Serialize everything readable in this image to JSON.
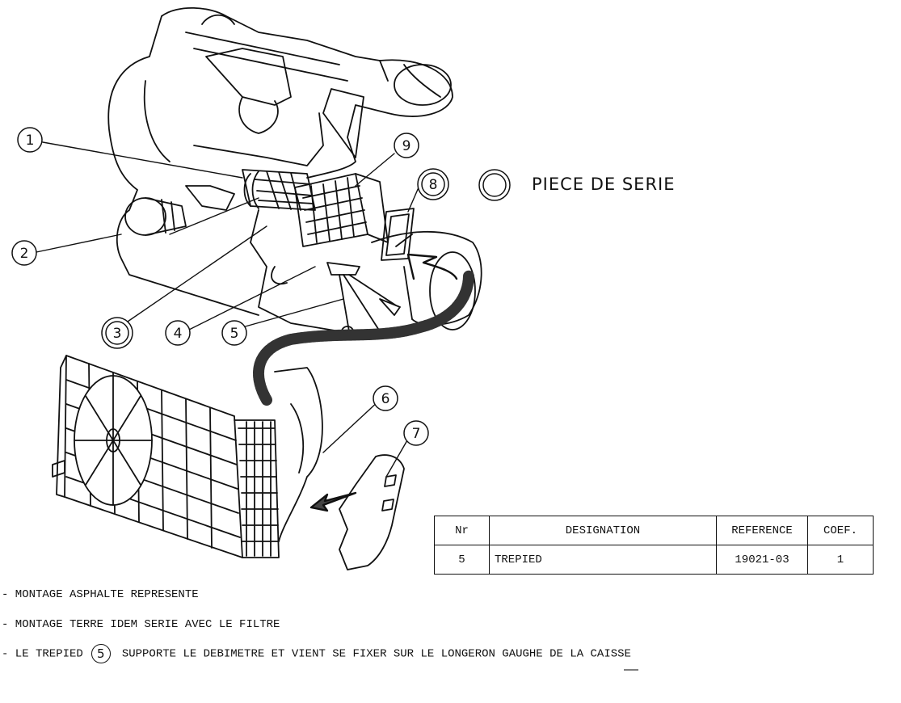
{
  "callouts": {
    "c1": "1",
    "c2": "2",
    "c3": "3",
    "c4": "4",
    "c5": "5",
    "c6": "6",
    "c7": "7",
    "c8": "8",
    "c9": "9"
  },
  "legend": {
    "label": "PIECE DE SERIE"
  },
  "table": {
    "headers": {
      "nr": "Nr",
      "designation": "DESIGNATION",
      "reference": "REFERENCE",
      "coef": "COEF."
    },
    "rows": [
      {
        "nr": "5",
        "designation": "TREPIED",
        "reference": "19021-03",
        "coef": "1"
      }
    ]
  },
  "notes": {
    "line1": "- MONTAGE ASPHALTE REPRESENTE",
    "line2": "- MONTAGE TERRE IDEM SERIE AVEC LE FILTRE",
    "line3_prefix": "- LE TREPIED",
    "line3_ref": "5",
    "line3_suffix": "SUPPORTE LE DEBIMETRE ET VIENT SE FIXER SUR LE LONGERON GAUGHE DE LA CAISSE"
  }
}
